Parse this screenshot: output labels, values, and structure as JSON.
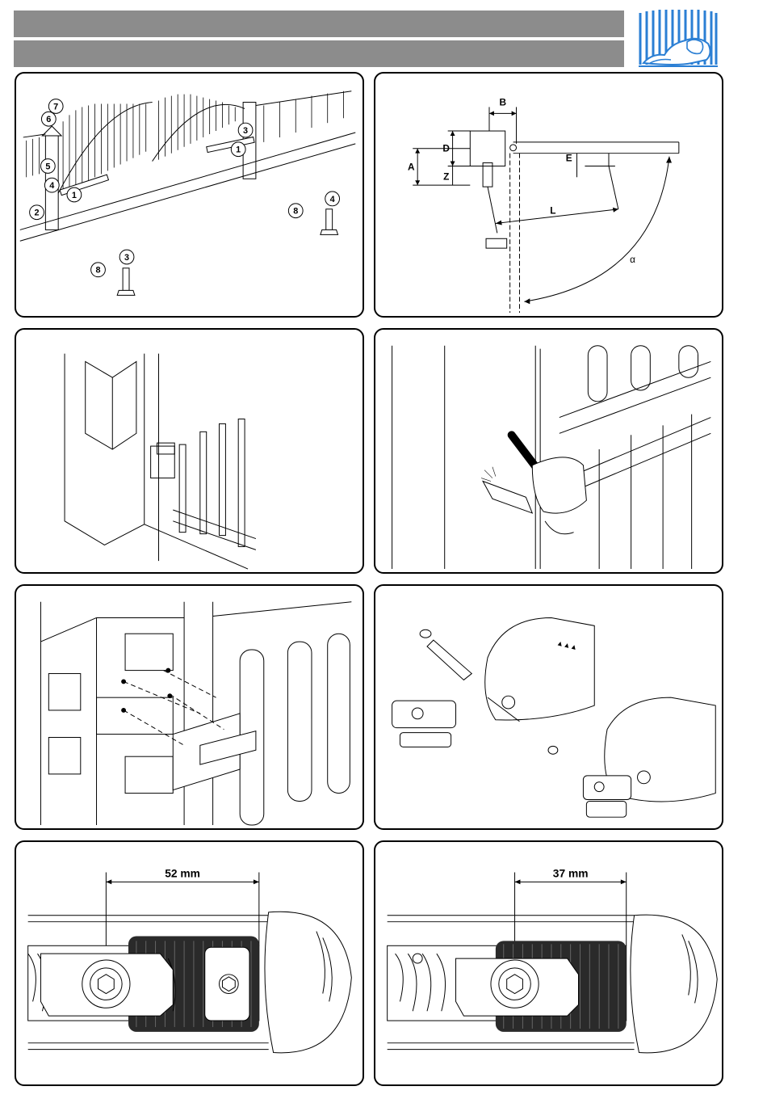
{
  "header": {
    "bars": [
      "",
      ""
    ],
    "logo_icon": "lion-gate-logo-icon"
  },
  "panels": {
    "p1": {
      "title": "installation-overview",
      "callouts": [
        "7",
        "6",
        "5",
        "4",
        "1",
        "2",
        "3",
        "1",
        "8",
        "4",
        "8",
        "3"
      ]
    },
    "p2": {
      "labels": {
        "b": "B",
        "a": "A",
        "d": "D",
        "z": "Z",
        "e": "E",
        "l": "L",
        "alpha": "α"
      }
    },
    "p3": {
      "title": "post-corner-bracket"
    },
    "p4": {
      "title": "welding-bracket"
    },
    "p5": {
      "title": "wall-anchor-mounting"
    },
    "p6": {
      "title": "fork-and-pin-assembly"
    },
    "p7": {
      "measure": "52 mm"
    },
    "p8": {
      "measure": "37 mm"
    }
  },
  "colors": {
    "header_bar": "#8c8c8c",
    "logo_blue": "#2b7fd4",
    "line": "#000000"
  }
}
